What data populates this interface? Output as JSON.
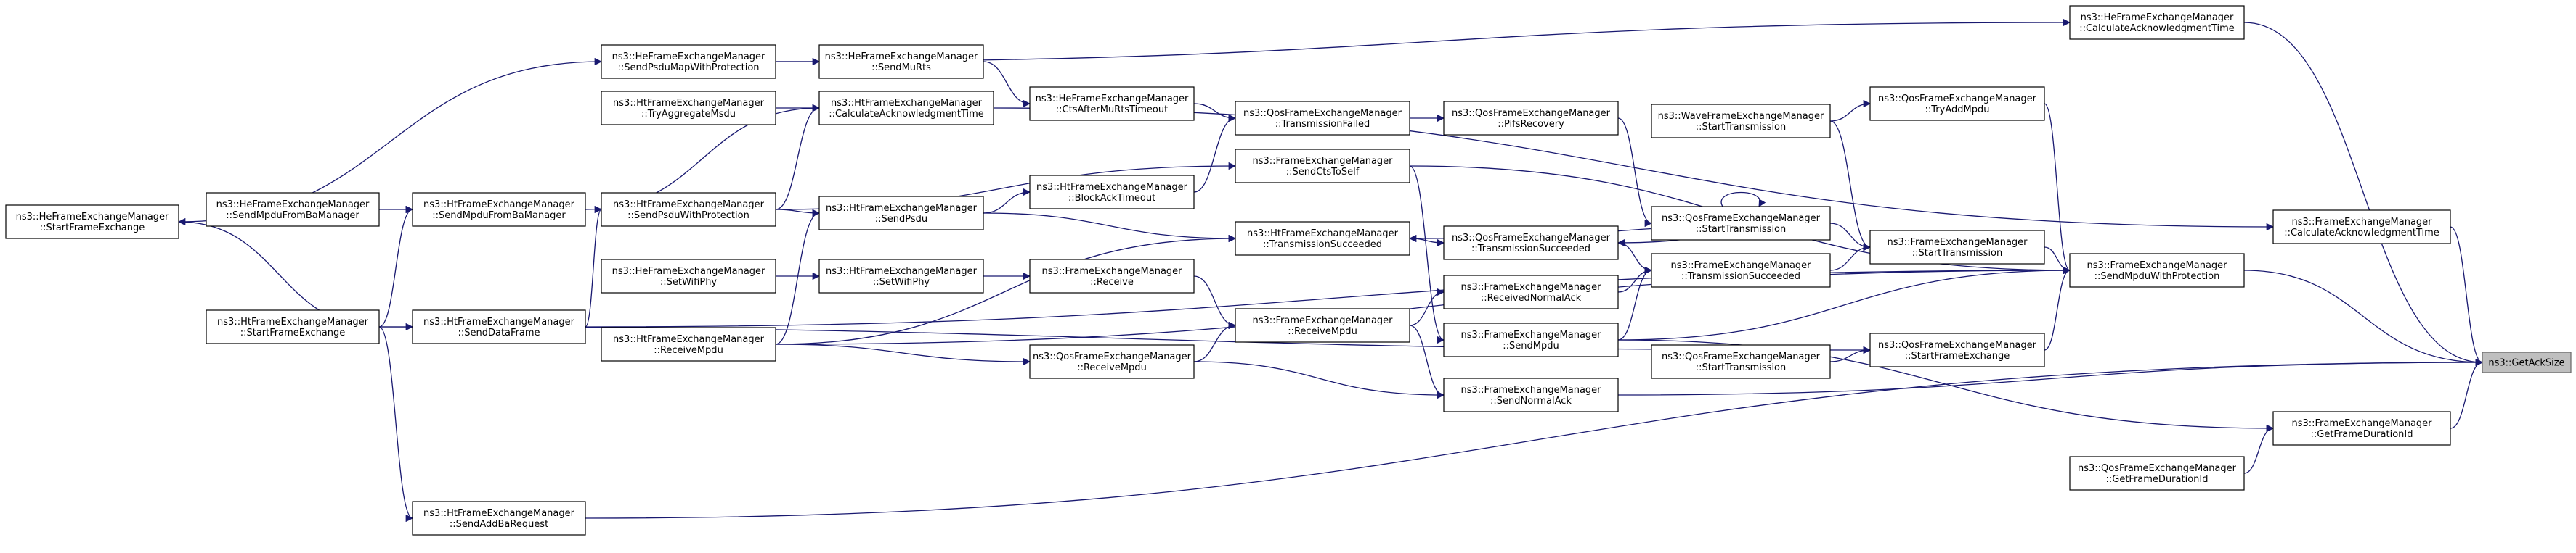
{
  "graph": {
    "edge_color": "#191970",
    "node_border_color": "#000000",
    "focus_fill_color": "#bfbfbf",
    "nodes": [
      {
        "id": "he_calcack",
        "lines": [
          "ns3::HeFrameExchangeManager",
          "::CalculateAcknowledgmentTime"
        ],
        "interactable": true
      },
      {
        "id": "he_sendpsdumap",
        "lines": [
          "ns3::HeFrameExchangeManager",
          "::SendPsduMapWithProtection"
        ],
        "interactable": true
      },
      {
        "id": "he_sendmurts",
        "lines": [
          "ns3::HeFrameExchangeManager",
          "::SendMuRts"
        ],
        "interactable": true
      },
      {
        "id": "he_ctsaftermurts",
        "lines": [
          "ns3::HeFrameExchangeManager",
          "::CtsAfterMuRtsTimeout"
        ],
        "interactable": true
      },
      {
        "id": "qos_txfailed",
        "lines": [
          "ns3::QosFrameExchangeManager",
          "::TransmissionFailed"
        ],
        "interactable": true
      },
      {
        "id": "qos_pifs",
        "lines": [
          "ns3::QosFrameExchangeManager",
          "::PifsRecovery"
        ],
        "interactable": true
      },
      {
        "id": "ht_tryaggr",
        "lines": [
          "ns3::HtFrameExchangeManager",
          "::TryAggregateMsdu"
        ],
        "interactable": true
      },
      {
        "id": "ht_calcack",
        "lines": [
          "ns3::HtFrameExchangeManager",
          "::CalculateAcknowledgmentTime"
        ],
        "interactable": true
      },
      {
        "id": "wave_starttx",
        "lines": [
          "ns3::WaveFrameExchangeManager",
          "::StartTransmission"
        ],
        "interactable": true
      },
      {
        "id": "qos_tryaddmpdu",
        "lines": [
          "ns3::QosFrameExchangeManager",
          "::TryAddMpdu"
        ],
        "interactable": true
      },
      {
        "id": "ht_blockack",
        "lines": [
          "ns3::HtFrameExchangeManager",
          "::BlockAckTimeout"
        ],
        "interactable": true
      },
      {
        "id": "fe_sendcts",
        "lines": [
          "ns3::FrameExchangeManager",
          "::SendCtsToSelf"
        ],
        "interactable": true
      },
      {
        "id": "he_startfe",
        "lines": [
          "ns3::HeFrameExchangeManager",
          "::StartFrameExchange"
        ],
        "interactable": true
      },
      {
        "id": "he_sendmpdufromba",
        "lines": [
          "ns3::HeFrameExchangeManager",
          "::SendMpduFromBaManager"
        ],
        "interactable": true
      },
      {
        "id": "ht_sendmpdufromba",
        "lines": [
          "ns3::HtFrameExchangeManager",
          "::SendMpduFromBaManager"
        ],
        "interactable": true
      },
      {
        "id": "ht_sendpsduwp",
        "lines": [
          "ns3::HtFrameExchangeManager",
          "::SendPsduWithProtection"
        ],
        "interactable": true
      },
      {
        "id": "ht_sendpsdu",
        "lines": [
          "ns3::HtFrameExchangeManager",
          "::SendPsdu"
        ],
        "interactable": true
      },
      {
        "id": "qos_starttx_a",
        "lines": [
          "ns3::QosFrameExchangeManager",
          "::StartTransmission"
        ],
        "interactable": true
      },
      {
        "id": "fe_calcack",
        "lines": [
          "ns3::FrameExchangeManager",
          "::CalculateAcknowledgmentTime"
        ],
        "interactable": true
      },
      {
        "id": "ht_txsucc",
        "lines": [
          "ns3::HtFrameExchangeManager",
          "::TransmissionSucceeded"
        ],
        "interactable": true
      },
      {
        "id": "qos_txsucc",
        "lines": [
          "ns3::QosFrameExchangeManager",
          "::TransmissionSucceeded"
        ],
        "interactable": true
      },
      {
        "id": "fe_starttx",
        "lines": [
          "ns3::FrameExchangeManager",
          "::StartTransmission"
        ],
        "interactable": true
      },
      {
        "id": "fe_sendmpduwp",
        "lines": [
          "ns3::FrameExchangeManager",
          "::SendMpduWithProtection"
        ],
        "interactable": true
      },
      {
        "id": "he_setwifiphy",
        "lines": [
          "ns3::HeFrameExchangeManager",
          "::SetWifiPhy"
        ],
        "interactable": true
      },
      {
        "id": "ht_setwifiphy",
        "lines": [
          "ns3::HtFrameExchangeManager",
          "::SetWifiPhy"
        ],
        "interactable": true
      },
      {
        "id": "fe_receive",
        "lines": [
          "ns3::FrameExchangeManager",
          "::Receive"
        ],
        "interactable": true
      },
      {
        "id": "fe_txsucc",
        "lines": [
          "ns3::FrameExchangeManager",
          "::TransmissionSucceeded"
        ],
        "interactable": true
      },
      {
        "id": "fe_recvnormalack",
        "lines": [
          "ns3::FrameExchangeManager",
          "::ReceivedNormalAck"
        ],
        "interactable": true
      },
      {
        "id": "ht_startfe",
        "lines": [
          "ns3::HtFrameExchangeManager",
          "::StartFrameExchange"
        ],
        "interactable": true
      },
      {
        "id": "ht_senddataframe",
        "lines": [
          "ns3::HtFrameExchangeManager",
          "::SendDataFrame"
        ],
        "interactable": true
      },
      {
        "id": "fe_receivempdu",
        "lines": [
          "ns3::FrameExchangeManager",
          "::ReceiveMpdu"
        ],
        "interactable": true
      },
      {
        "id": "ht_receivempdu",
        "lines": [
          "ns3::HtFrameExchangeManager",
          "::ReceiveMpdu"
        ],
        "interactable": true
      },
      {
        "id": "fe_sendmpdu",
        "lines": [
          "ns3::FrameExchangeManager",
          "::SendMpdu"
        ],
        "interactable": true
      },
      {
        "id": "qos_receivempdu",
        "lines": [
          "ns3::QosFrameExchangeManager",
          "::ReceiveMpdu"
        ],
        "interactable": true
      },
      {
        "id": "qos_starttx_b",
        "lines": [
          "ns3::QosFrameExchangeManager",
          "::StartTransmission"
        ],
        "interactable": true
      },
      {
        "id": "qos_startfe",
        "lines": [
          "ns3::QosFrameExchangeManager",
          "::StartFrameExchange"
        ],
        "interactable": true
      },
      {
        "id": "ga_getacksize",
        "lines": [
          "ns3::GetAckSize"
        ],
        "interactable": false,
        "focus": true
      },
      {
        "id": "fe_sendnormalack",
        "lines": [
          "ns3::FrameExchangeManager",
          "::SendNormalAck"
        ],
        "interactable": true
      },
      {
        "id": "fe_getframedur",
        "lines": [
          "ns3::FrameExchangeManager",
          "::GetFrameDurationId"
        ],
        "interactable": true
      },
      {
        "id": "qos_getframedur",
        "lines": [
          "ns3::QosFrameExchangeManager",
          "::GetFrameDurationId"
        ],
        "interactable": true
      },
      {
        "id": "ht_sendaddba",
        "lines": [
          "ns3::HtFrameExchangeManager",
          "::SendAddBaRequest"
        ],
        "interactable": true
      }
    ],
    "edges": [
      [
        "he_calcack",
        "ga_getacksize"
      ],
      [
        "fe_calcack",
        "ga_getacksize"
      ],
      [
        "fe_sendmpduwp",
        "ga_getacksize"
      ],
      [
        "fe_getframedur",
        "ga_getacksize"
      ],
      [
        "fe_sendnormalack",
        "ga_getacksize"
      ],
      [
        "ht_sendaddba",
        "ga_getacksize"
      ],
      [
        "he_sendpsdumap",
        "he_calcack"
      ],
      [
        "ht_calcack",
        "fe_calcack"
      ],
      [
        "he_startfe",
        "he_sendpsdumap"
      ],
      [
        "he_sendpsdumap",
        "he_sendmurts"
      ],
      [
        "he_sendmurts",
        "he_ctsaftermurts"
      ],
      [
        "he_ctsaftermurts",
        "qos_txfailed"
      ],
      [
        "qos_txfailed",
        "qos_pifs"
      ],
      [
        "qos_pifs",
        "qos_starttx_a"
      ],
      [
        "ht_tryaggr",
        "ht_calcack"
      ],
      [
        "ht_sendmpdufromba",
        "ht_calcack"
      ],
      [
        "ht_sendpsduwp",
        "ht_calcack"
      ],
      [
        "ht_sendpsduwp",
        "fe_sendcts"
      ],
      [
        "ht_blockack",
        "qos_txfailed"
      ],
      [
        "ht_sendpsdu",
        "ht_blockack"
      ],
      [
        "ht_sendpsdu",
        "ht_txsucc"
      ],
      [
        "ht_sendpsduwp",
        "ht_sendpsdu"
      ],
      [
        "he_sendmpdufromba",
        "ht_sendmpdufromba"
      ],
      [
        "ht_startfe",
        "ht_sendmpdufromba"
      ],
      [
        "ht_startfe",
        "he_startfe"
      ],
      [
        "ht_senddataframe",
        "ht_sendpsduwp"
      ],
      [
        "ht_startfe",
        "ht_senddataframe"
      ],
      [
        "ht_startfe",
        "ht_sendaddba"
      ],
      [
        "ht_startfe",
        "qos_startfe"
      ],
      [
        "wave_starttx",
        "qos_tryaddmpdu"
      ],
      [
        "wave_starttx",
        "fe_starttx"
      ],
      [
        "qos_tryaddmpdu",
        "fe_sendmpduwp"
      ],
      [
        "fe_sendcts",
        "fe_sendmpduwp"
      ],
      [
        "qos_starttx_a",
        "qos_starttx_a"
      ],
      [
        "qos_starttx_a",
        "fe_starttx"
      ],
      [
        "qos_starttx_a",
        "ht_txsucc"
      ],
      [
        "qos_starttx_a",
        "qos_txsucc"
      ],
      [
        "ht_txsucc",
        "qos_txsucc"
      ],
      [
        "qos_txsucc",
        "fe_txsucc"
      ],
      [
        "fe_txsucc",
        "fe_starttx"
      ],
      [
        "fe_starttx",
        "fe_sendmpduwp"
      ],
      [
        "fe_sendcts",
        "fe_sendmpdu"
      ],
      [
        "fe_recvnormalack",
        "fe_txsucc"
      ],
      [
        "fe_receivempdu",
        "fe_recvnormalack"
      ],
      [
        "fe_sendmpdu",
        "fe_txsucc"
      ],
      [
        "fe_sendmpdu",
        "fe_sendmpduwp"
      ],
      [
        "fe_sendmpdu",
        "fe_getframedur"
      ],
      [
        "qos_starttx_b",
        "qos_startfe"
      ],
      [
        "qos_startfe",
        "fe_sendmpduwp"
      ],
      [
        "qos_getframedur",
        "fe_getframedur"
      ],
      [
        "he_setwifiphy",
        "ht_setwifiphy"
      ],
      [
        "ht_setwifiphy",
        "fe_receive"
      ],
      [
        "fe_receive",
        "fe_receivempdu"
      ],
      [
        "qos_receivempdu",
        "fe_receivempdu"
      ],
      [
        "ht_receivempdu",
        "qos_receivempdu"
      ],
      [
        "ht_receivempdu",
        "ht_txsucc"
      ],
      [
        "ht_receivempdu",
        "ht_sendpsdu"
      ],
      [
        "fe_receivempdu",
        "fe_sendnormalack"
      ],
      [
        "qos_receivempdu",
        "fe_sendnormalack"
      ],
      [
        "ht_receivempdu",
        "fe_sendmpduwp"
      ],
      [
        "ht_senddataframe",
        "fe_sendmpduwp"
      ]
    ]
  }
}
